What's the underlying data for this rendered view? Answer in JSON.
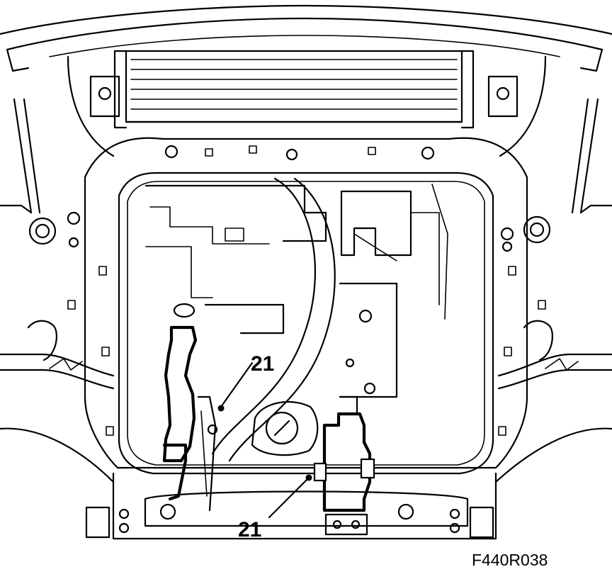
{
  "callouts": {
    "upper": "21",
    "lower": "21"
  },
  "figure_id": "F440R038"
}
